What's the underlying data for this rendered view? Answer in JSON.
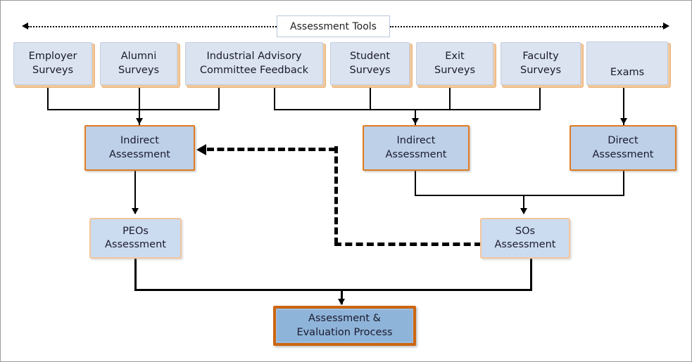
{
  "diagram": {
    "title_banner": "Assessment Tools",
    "tools": [
      {
        "id": "employer-surveys",
        "label": "Employer\nSurveys"
      },
      {
        "id": "alumni-surveys",
        "label": "Alumni\nSurveys"
      },
      {
        "id": "industrial-advisory-committee-feedback",
        "label": "Industrial Advisory\nCommittee Feedback"
      },
      {
        "id": "student-surveys",
        "label": "Student\nSurveys"
      },
      {
        "id": "exit-surveys",
        "label": "Exit\nSurveys"
      },
      {
        "id": "faculty-surveys",
        "label": "Faculty\nSurveys"
      },
      {
        "id": "exams",
        "label": "Exams"
      }
    ],
    "assessments": [
      {
        "id": "indirect-assessment-left",
        "label": "Indirect\nAssessment"
      },
      {
        "id": "indirect-assessment-right",
        "label": "Indirect\nAssessment"
      },
      {
        "id": "direct-assessment",
        "label": "Direct\nAssessment"
      }
    ],
    "outcomes": [
      {
        "id": "peos-assessment",
        "label": "PEOs\nAssessment"
      },
      {
        "id": "sos-assessment",
        "label": "SOs\nAssessment"
      }
    ],
    "final": {
      "id": "assessment-evaluation-process",
      "label": "Assessment &\nEvaluation Process"
    },
    "colors": {
      "tool_fill": "#dbe3f0",
      "tool_shadow": "#e8b178",
      "assess_fill": "#bdd0e8",
      "assess_border": "#e07b1e",
      "soft_fill": "#ccdcf0",
      "soft_border": "#f3c69c",
      "final_fill": "#8fb4d9",
      "final_border": "#cc6611",
      "connector": "#000000",
      "banner_border": "#b9c8dd"
    }
  }
}
